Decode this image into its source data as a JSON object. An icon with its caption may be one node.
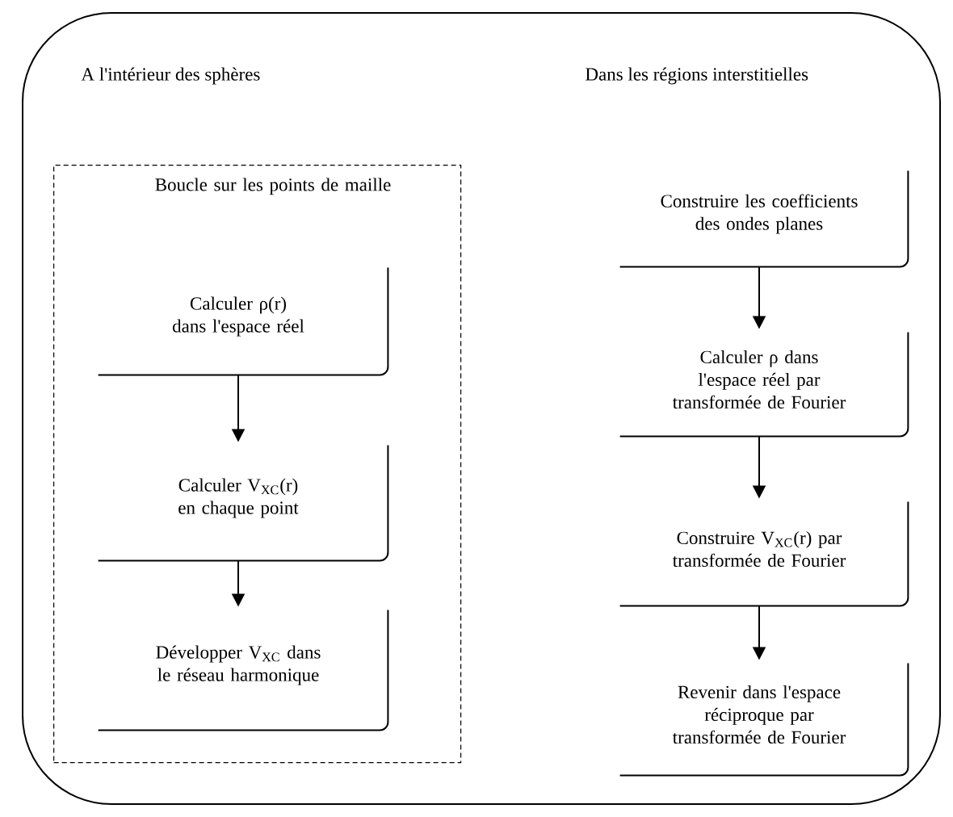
{
  "diagram": {
    "nodes": [
      {
        "text": [
          "Boucle sur les points de maille"
        ]
      },
      {
        "text": [
          "Calculer ρ(r) dans l'espace réel"
        ],
        "in": 0
      },
      {
        "text": [
          "Calculer V$_{XC}$(r) en chaque point"
        ],
        "in": 0
      },
      {
        "text": [
          "Développer V$_{XC}$ dans le réseau harmonique"
        ],
        "in": 0
      },
      {
        "text": [
          "Construire les coefficients des ondes planes"
        ]
      },
      {
        "text": [
          "Calculer ρ dans l'espace réel par transformée de Fourier"
        ]
      },
      {
        "text": [
          "Construire V$_{XC}$(r) par transformée de Fourier"
        ]
      },
      {
        "text": [
          "Revenir dans l'espace réciproque par transformée de Fourier"
        ]
      }
    ],
    "edges": [
      {
        "from": 1,
        "to": 2,
        "arrow": "to"
      },
      {
        "from": 2,
        "to": 3,
        "arrow": "to"
      },
      {
        "from": 4,
        "to": 5,
        "arrow": "to"
      },
      {
        "from": 5,
        "to": 6,
        "arrow": "to"
      },
      {
        "from": 6,
        "to": 7,
        "arrow": "to"
      }
    ],
    "labels": [
      "A l'intérieur des sphères",
      "Dans les régions interstitielles"
    ]
  }
}
